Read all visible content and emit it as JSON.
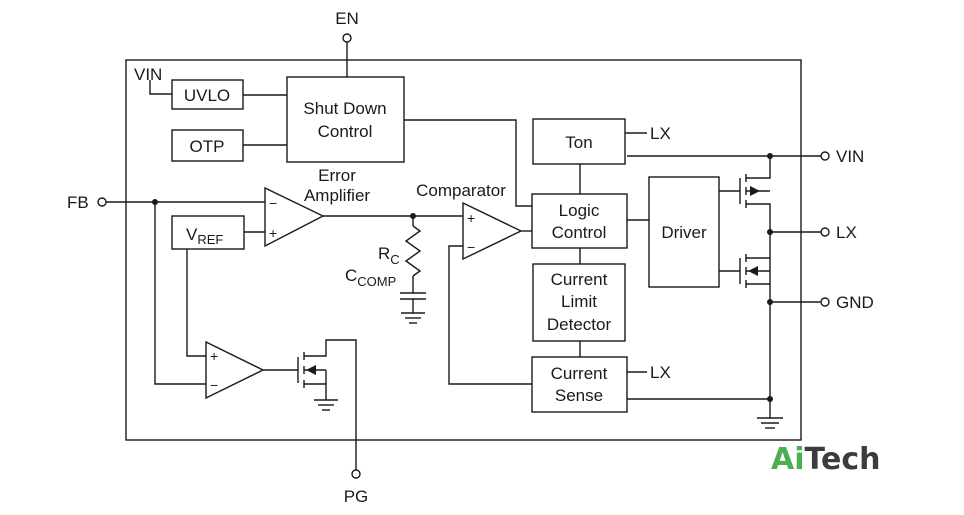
{
  "pins": {
    "en": "EN",
    "fb": "FB",
    "vin": "VIN",
    "lx": "LX",
    "gnd": "GND",
    "pg": "PG"
  },
  "inner_labels": {
    "vin": "VIN",
    "ton_lx": "LX",
    "cs_lx": "LX"
  },
  "blocks": {
    "uvlo": "UVLO",
    "otp": "OTP",
    "shutdown_line1": "Shut Down",
    "shutdown_line2": "Control",
    "vref_main": "V",
    "vref_sub": "REF",
    "ton": "Ton",
    "logic_line1": "Logic",
    "logic_line2": "Control",
    "driver": "Driver",
    "climit_line1": "Current",
    "climit_line2": "Limit",
    "climit_line3": "Detector",
    "csense_line1": "Current",
    "csense_line2": "Sense"
  },
  "labels": {
    "error_amp_line1": "Error",
    "error_amp_line2": "Amplifier",
    "comparator": "Comparator",
    "rc_main": "R",
    "rc_sub": "C",
    "ccomp_main": "C",
    "ccomp_sub": "COMP",
    "minus": "−",
    "plus": "+"
  },
  "brand": {
    "part1": "Ai",
    "part2": "Tech",
    "color1": "#4caf50",
    "color2": "#3c3c3c"
  }
}
